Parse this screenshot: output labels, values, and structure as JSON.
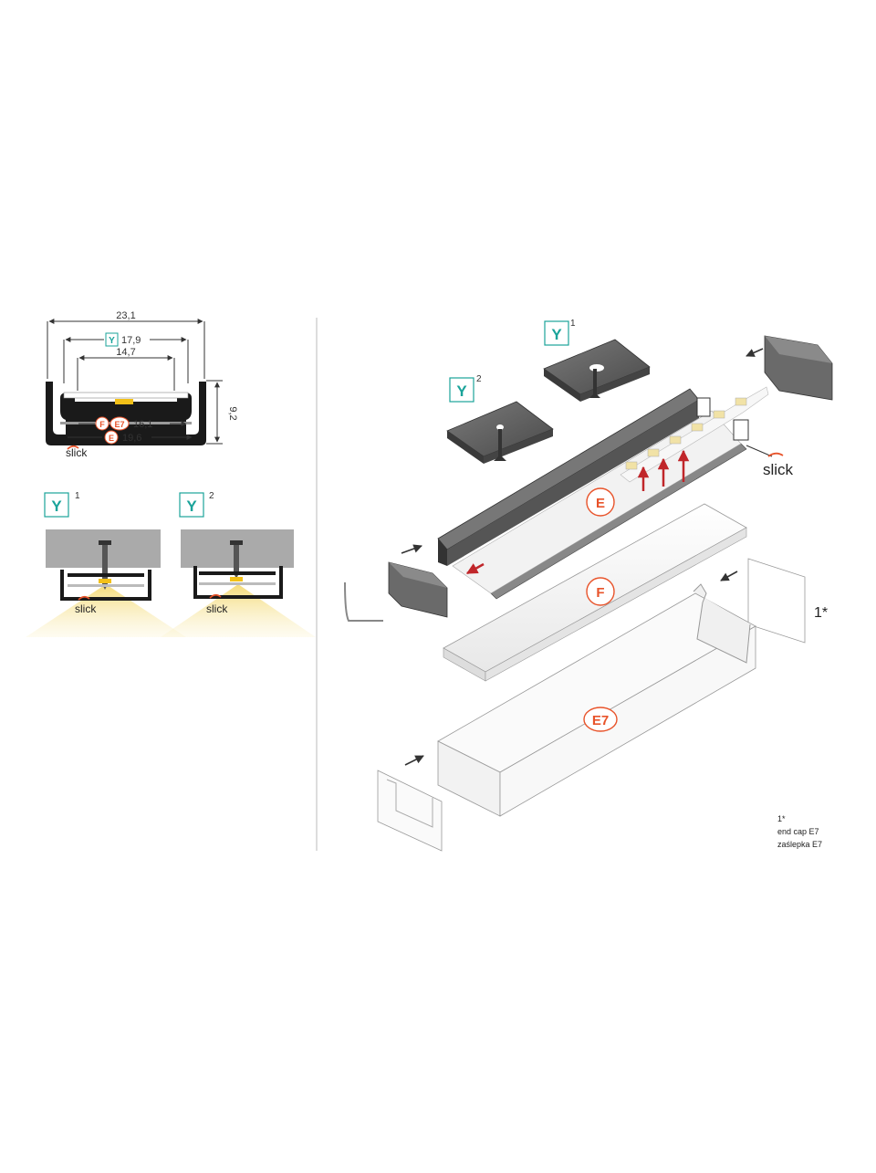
{
  "dimensions": {
    "width_total": "23,1",
    "width_y": "17,9",
    "width_inner": "14,7",
    "width_fe7": "16,1",
    "width_e": "19,6",
    "height": "9,2"
  },
  "labels": {
    "y": "Y",
    "f": "F",
    "e": "E",
    "e7": "E7",
    "sup1": "1",
    "sup2": "2",
    "one_star": "1*"
  },
  "brand": {
    "slick": "slick"
  },
  "footnote": {
    "marker": "1*",
    "line1": "end cap E7",
    "line2": "zaślepka E7"
  },
  "colors": {
    "teal": "#1aa39a",
    "orange": "#e8532a",
    "red_arrow": "#c0262a",
    "profile_dark": "#5a5a5a",
    "light_yellow": "#f6e7a0"
  }
}
